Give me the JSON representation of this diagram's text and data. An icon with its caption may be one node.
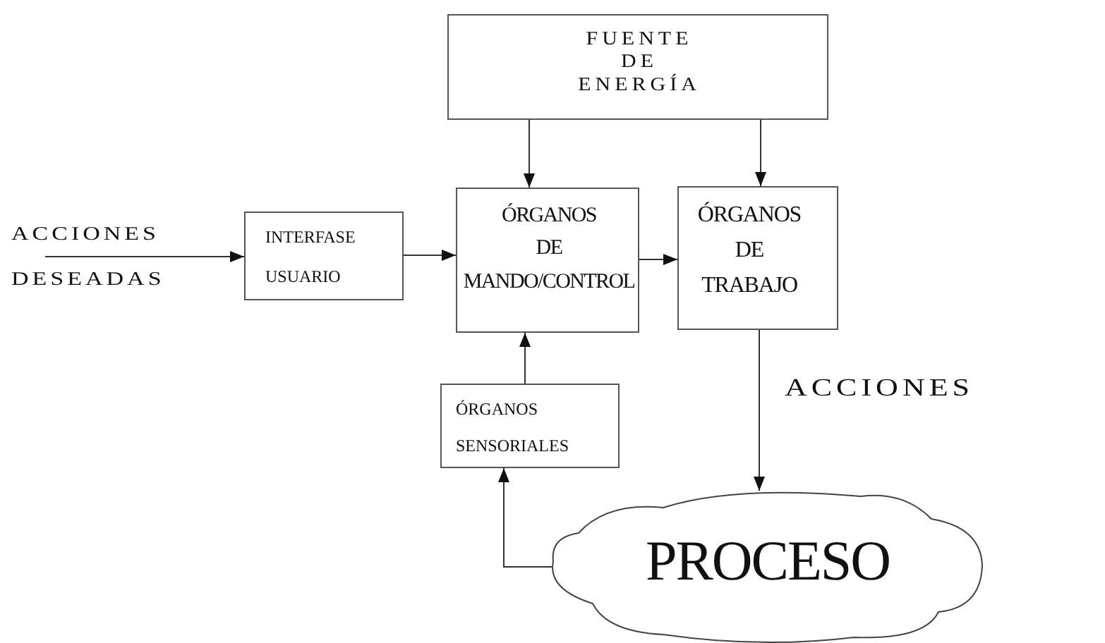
{
  "diagram": {
    "nodes": [
      {
        "text": [
          "FUENTE DE ENERGÍA"
        ]
      },
      {
        "text": [
          "INTERFASE USUARIO"
        ]
      },
      {
        "text": [
          "ÓRGANOS DE MANDO/CONTROL"
        ]
      },
      {
        "text": [
          "ÓRGANOS DE TRABAJO"
        ]
      },
      {
        "text": [
          "ÓRGANOS SENSORIALES"
        ]
      },
      {
        "text": [
          "PROCESO"
        ]
      },
      {
        "text": [
          "ACCIONES",
          "DESEADAS"
        ]
      }
    ],
    "edges": [
      {
        "from": 0,
        "to": 2,
        "arrow": "to"
      },
      {
        "from": 0,
        "to": 3,
        "arrow": "to"
      },
      {
        "from": 6,
        "to": 1,
        "arrow": "to"
      },
      {
        "from": 1,
        "to": 2,
        "arrow": "to"
      },
      {
        "from": 2,
        "to": 3,
        "arrow": "to"
      },
      {
        "from": 3,
        "to": 5,
        "arrow": "to"
      },
      {
        "from": 5,
        "to": 4,
        "arrow": "to"
      },
      {
        "from": 4,
        "to": 2,
        "arrow": "to"
      }
    ],
    "labels": [
      "ACCIONES"
    ]
  }
}
